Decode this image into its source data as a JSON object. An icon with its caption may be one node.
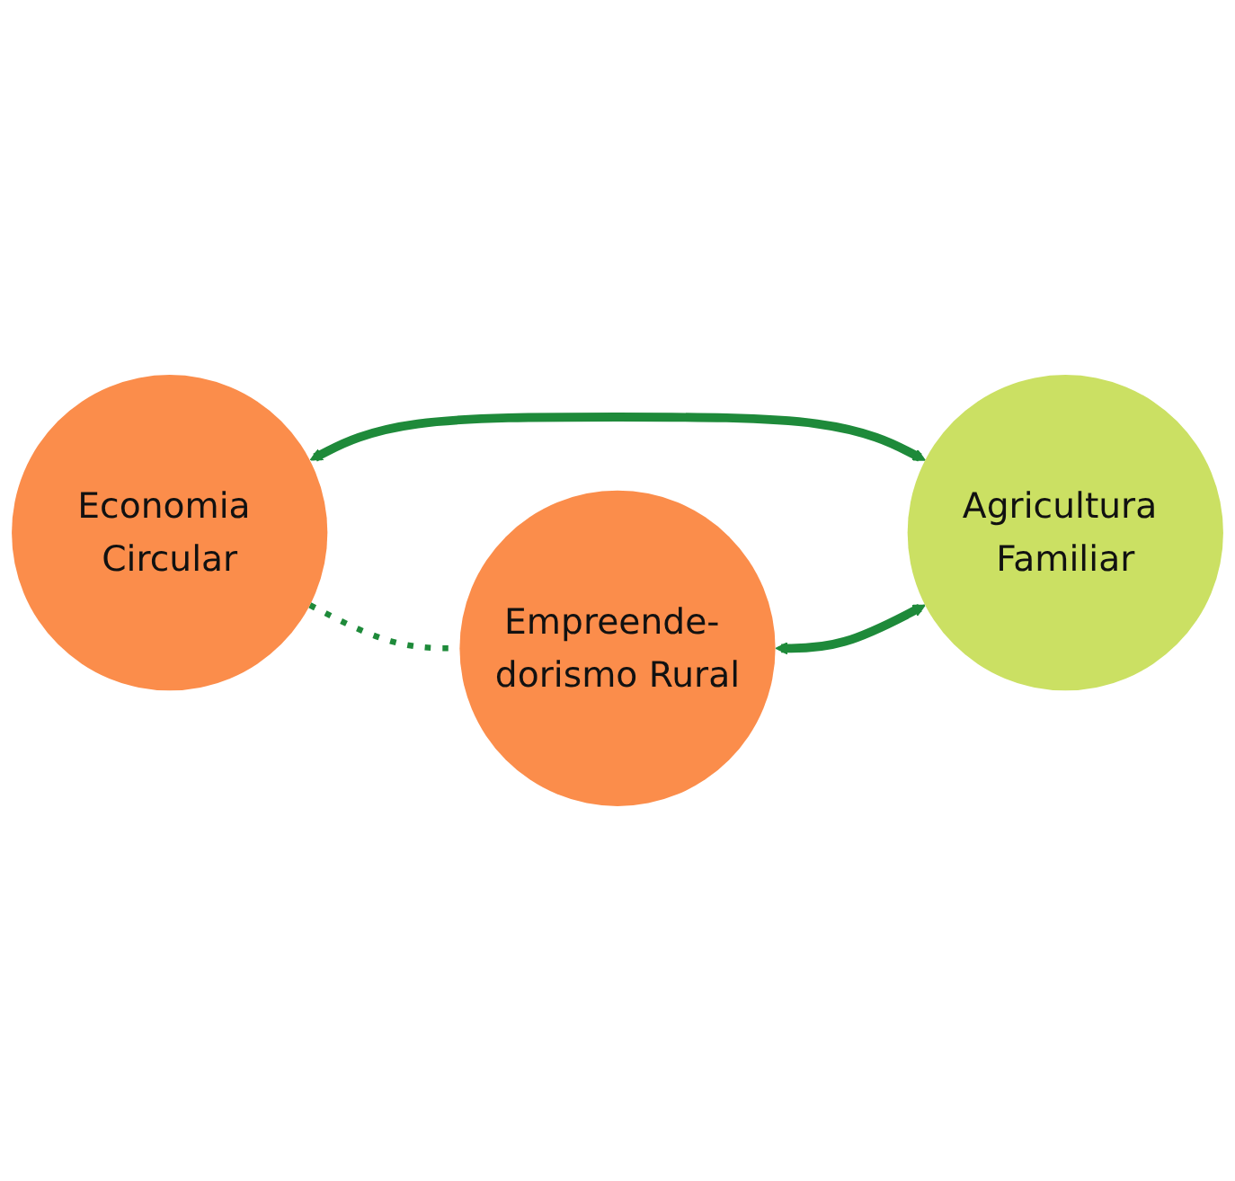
{
  "diagram": {
    "nodes": [
      {
        "text": [
          "Economia Circular"
        ]
      },
      {
        "text": [
          "Agricultura Familiar"
        ]
      },
      {
        "text": [
          "Empreende- dorismo Rural"
        ]
      }
    ],
    "edges": [
      {
        "from": 0,
        "to": 1,
        "arrow": "both"
      },
      {
        "from": 0,
        "to": 2,
        "arrow": "none",
        "style": "dashed"
      },
      {
        "from": 2,
        "to": 1,
        "arrow": "both"
      }
    ]
  }
}
